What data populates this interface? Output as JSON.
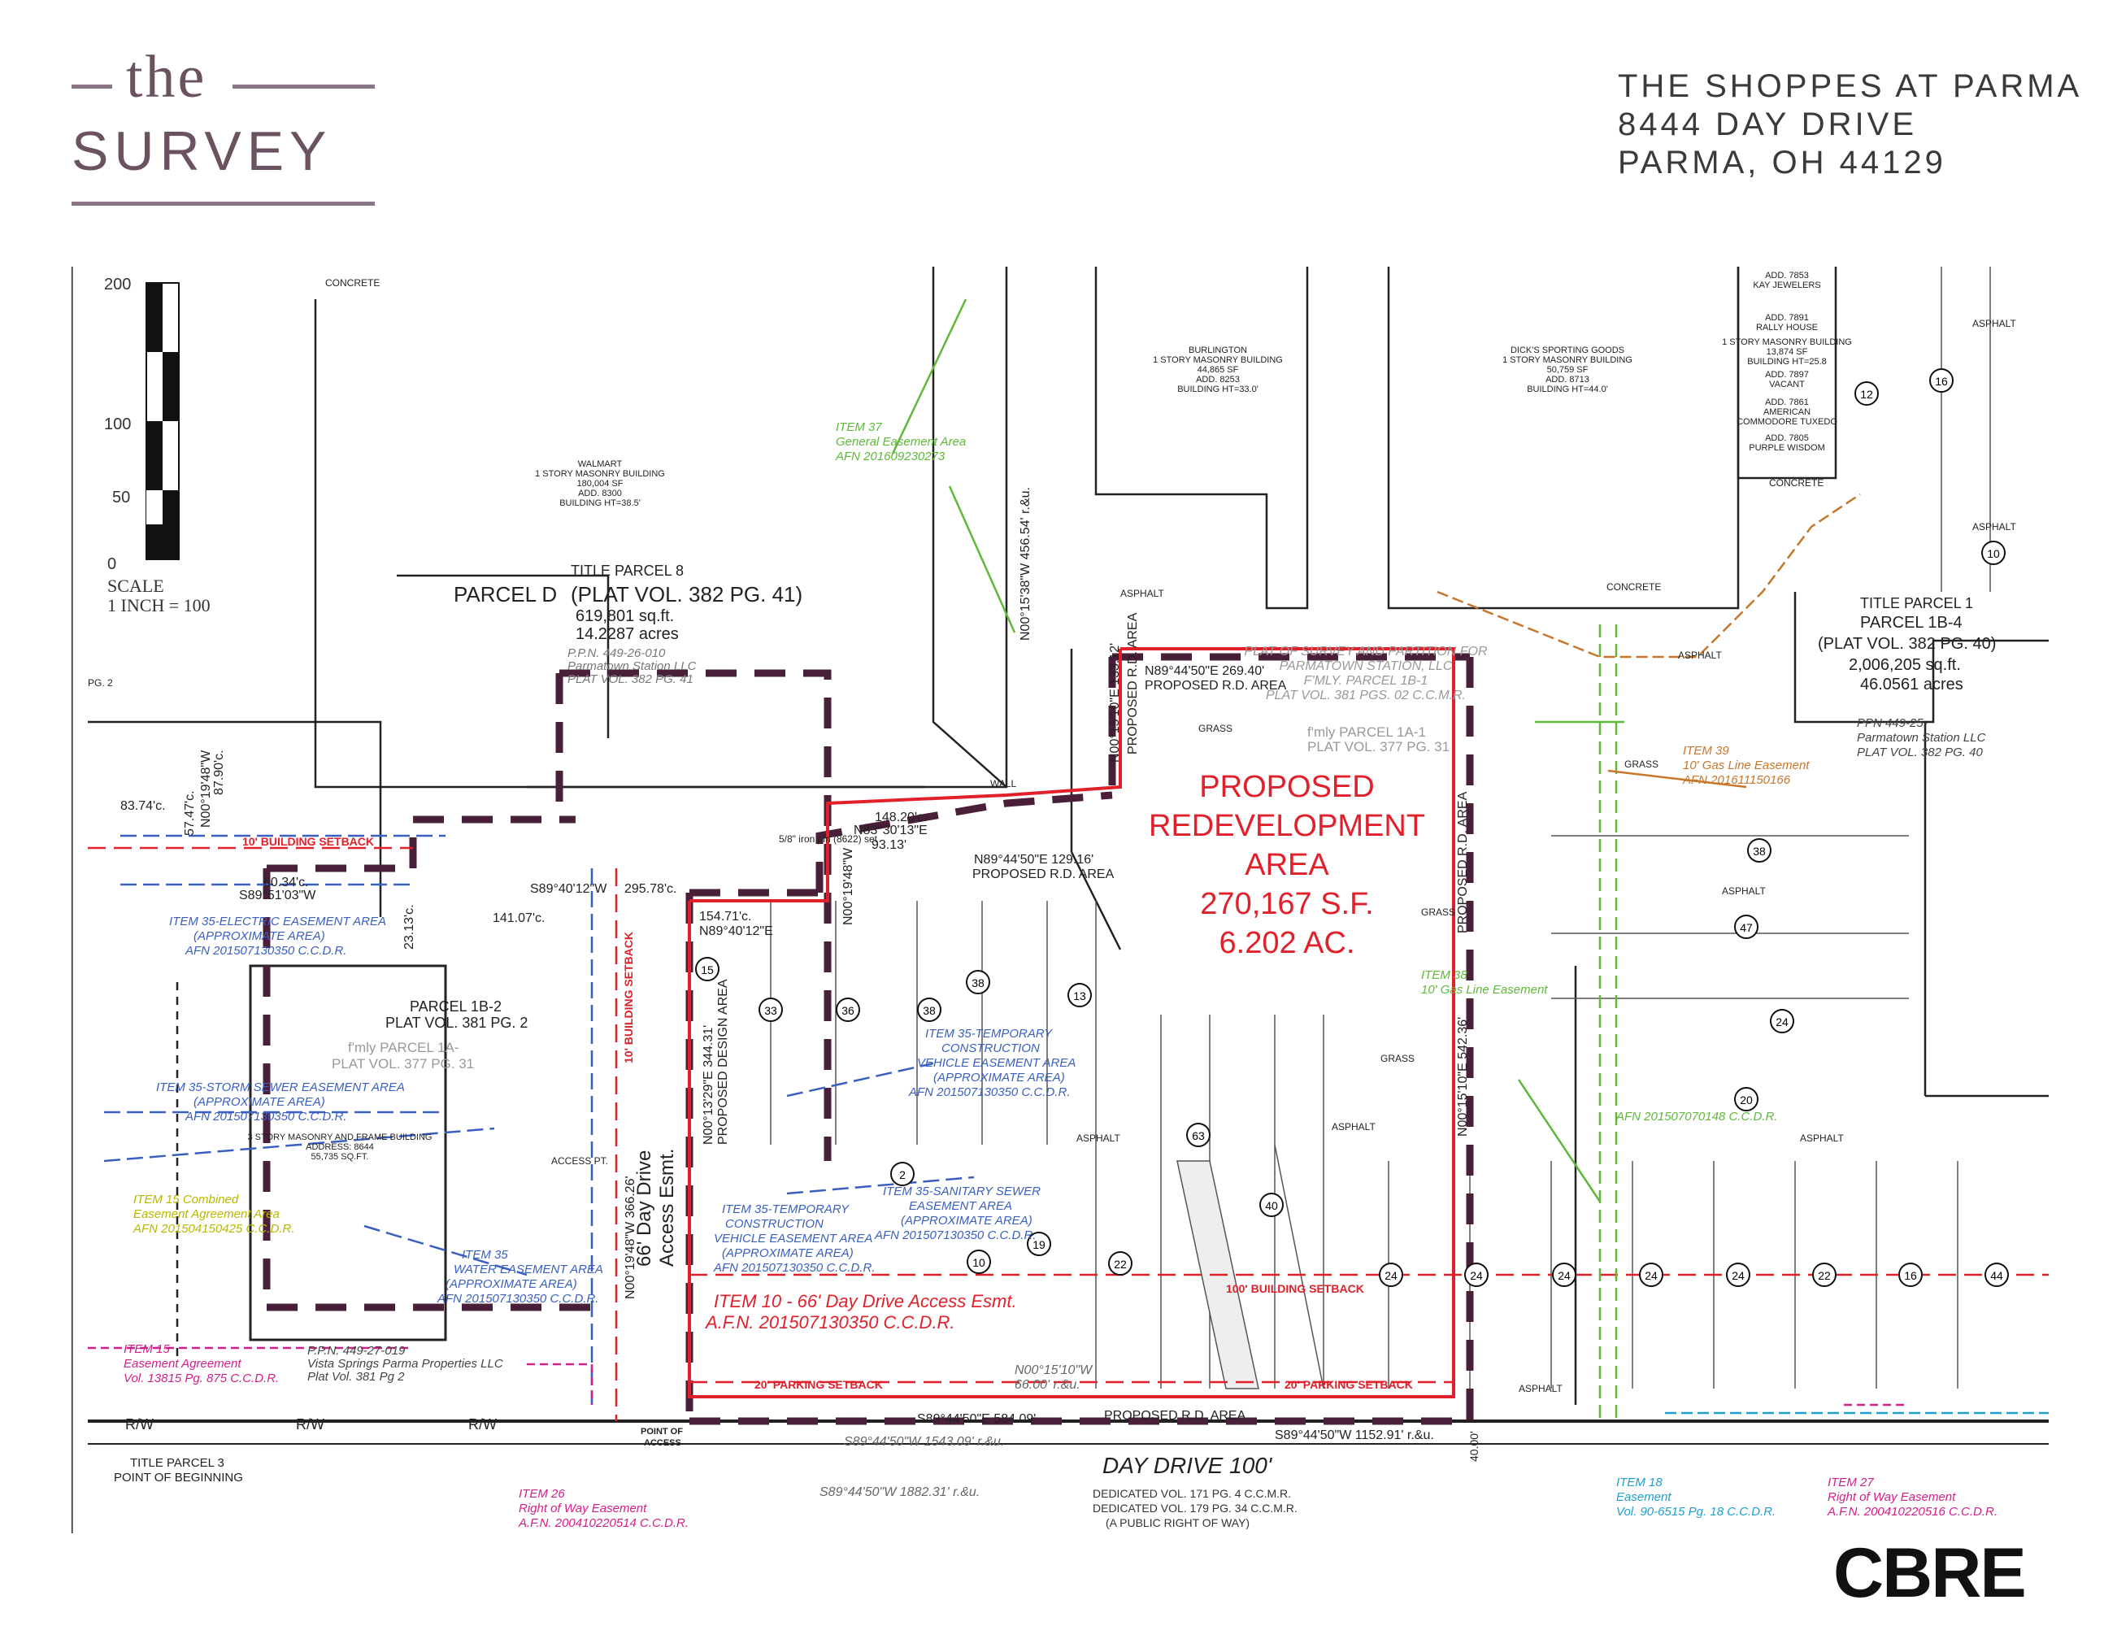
{
  "header": {
    "brand_the": "the",
    "brand_survey": "SURVEY",
    "address_line1": "THE SHOPPES AT PARMA",
    "address_line2": "8444 DAY DRIVE",
    "address_line3": "PARMA, OH 44129"
  },
  "logo": "CBRE",
  "colors": {
    "brand_purple": "#6b5260",
    "redevelopment_red": "#e0202a",
    "boundary_dash": "#4a1f3a",
    "easement_blue": "#3a5fc0",
    "easement_green": "#5fb83a",
    "easement_orange": "#c8762a",
    "easement_magenta": "#d0208a",
    "easement_yellow": "#b8b800",
    "easement_cyan": "#20a0d0",
    "linework": "#222222"
  },
  "scale_bar": {
    "ticks": [
      "200",
      "100",
      "50",
      "0"
    ],
    "label1": "SCALE",
    "label2": "1 INCH = 100"
  },
  "parcels": {
    "parcel_d_label": "PARCEL D",
    "title_parcel_8": "TITLE PARCEL 8",
    "plat_382_41": "(PLAT VOL. 382 PG. 41)",
    "area_sqft_8": "619,801 sq.ft.",
    "area_acres_8": "14.2287 acres",
    "ppn_8": "P.P.N. 449-26-010",
    "owner_8": "Parmatown Station LLC",
    "plat_8": "PLAT VOL. 382 PG. 41",
    "title_parcel_1": "TITLE PARCEL 1",
    "parcel_1b1": "PARCEL 1B-4",
    "plat_382_40": "(PLAT VOL. 382 PG. 40)",
    "area_sqft_1": "2,006,205 sq.ft.",
    "area_acres_1": "46.0561 acres",
    "ppn_1": "PPN 449-25-",
    "owner_1": "Parmatown Station LLC",
    "plat_1": "PLAT VOL. 382 PG. 40",
    "parcel_1b2": "PARCEL 1B-2",
    "plat_381_2": "PLAT VOL. 381 PG. 2",
    "fmly_1a": "f'mly PARCEL 1A-",
    "plat_377": "PLAT VOL. 377 PG. 31",
    "fmly_1a1": "f'mly PARCEL 1A-1",
    "plat_377b": "PLAT VOL. 377 PG. 31",
    "ppn_27": "P.P.N. 449-27-019",
    "owner_27": "Vista Springs Parma Properties LLC",
    "plat_27": "Plat Vol. 381 Pg 2",
    "title_parcel_3": "TITLE PARCEL 3",
    "pob": "POINT OF BEGINNING",
    "plat_survey1": "PLAT OF SURVEY AND PARTITION FOR",
    "plat_survey2": "PARMATOWN STATION, LLC",
    "plat_survey3": "F'MLY. PARCEL 1B-1",
    "plat_survey4": "PLAT VOL. 381 PGS. 02 C.C.M.R."
  },
  "proposed": {
    "line1": "PROPOSED",
    "line2": "REDEVELOPMENT",
    "line3": "AREA",
    "line4": "270,167 S.F.",
    "line5": "6.202 AC.",
    "design_area": "PROPOSED DESIGN AREA",
    "rd_area": "PROPOSED R.D. AREA"
  },
  "bearings": {
    "b1": "N89°44'50\"E 269.40'",
    "b2": "N00°15'10\"E 133.12'",
    "b3": "N00°15'10\"E 542.36'",
    "b4": "N89°44'50\"E 129.16'",
    "b5": "N83°30'13\"E",
    "b6": "148.20'c.",
    "b7": "93.13'",
    "b8": "154.71'c.",
    "b9": "N89°40'12\"E",
    "b10": "S89°40'12\"W",
    "b11": "295.78'c.",
    "b12": "141.07'c.",
    "b13": "N00°13'29\"E 344.31'",
    "b14": "S89°44'50\"E 584.09'",
    "b15": "S89°44'50\"W 1152.91' r.&u.",
    "b16": "S89°44'50\"W 1543.09' r.&u.",
    "b17": "S89°44'50\"W 1882.31' r.&u.",
    "b18": "N00°15'10\"W",
    "b19": "66.00' r.&u.",
    "b20": "S89°51'03\"W",
    "b21": "60.34'c.",
    "b22": "83.74'c.",
    "b23": "57.47'c.",
    "b24": "87.90'c.",
    "b25": "N00°19'48\"W",
    "b26": "N00°15'38\"W 456.54' r.&u.",
    "b27": "N00°19'48\"W",
    "b28": "N00°19'48\"W 366.26'",
    "b29": "23.13'c."
  },
  "easements": {
    "item37a": "ITEM 37",
    "item37b": "General Easement Area",
    "item37c": "AFN 201609230273",
    "item39a": "ITEM 39",
    "item39b": "10' Gas Line Easement",
    "item39c": "AFN 201611150166",
    "item38a": "ITEM 38",
    "item38b": "10' Gas Line Easement",
    "item38c": "AFN 201507070148 C.C.D.R.",
    "item35e1": "ITEM 35-ELECTRIC EASEMENT AREA",
    "item35e2": "(APPROXIMATE AREA)",
    "item35e3": "AFN 201507130350 C.C.D.R.",
    "item35s1": "ITEM 35-STORM SEWER EASEMENT AREA",
    "item35s2": "(APPROXIMATE AREA)",
    "item35s3": "AFN 201507130350 C.C.D.R.",
    "item35t1": "ITEM 35-TEMPORARY",
    "item35t2": "CONSTRUCTION",
    "item35t3": "VEHICLE EASEMENT AREA",
    "item35t4": "(APPROXIMATE AREA)",
    "item35t5": "AFN 201507130350 C.C.D.R.",
    "item35ss1": "ITEM 35-SANITARY SEWER",
    "item35ss2": "EASEMENT AREA",
    "item35ss3": "(APPROXIMATE AREA)",
    "item35ss4": "AFN 201507130350 C.C.D.R.",
    "item35tt1": "ITEM 35-TEMPORARY",
    "item35tt2": "CONSTRUCTION",
    "item35tt3": "VEHICLE EASEMENT AREA",
    "item35tt4": "(APPROXIMATE AREA)",
    "item35tt5": "AFN 201507130350 C.C.D.R.",
    "item35w1": "ITEM 35",
    "item35w2": "WATER EASEMENT AREA",
    "item35w3": "(APPROXIMATE AREA)",
    "item35w4": "AFN 201507130350 C.C.D.R.",
    "item15a": "ITEM 15 Combined",
    "item15b": "Easement Agreement Area",
    "item15c": "AFN 201504150425 C.C.D.R.",
    "item16a": "ITEM 15",
    "item16b": "Easement Agreement",
    "item16c": "Vol. 13815 Pg. 875 C.C.D.R.",
    "item10a": "ITEM 10 - 66' Day Drive Access Esmt.",
    "item10b": "A.F.N. 201507130350 C.C.D.R.",
    "item26a": "ITEM 26",
    "item26b": "Right of Way Easement",
    "item26c": "A.F.N. 200410220514 C.C.D.R.",
    "item18a": "ITEM 18",
    "item18b": "Easement",
    "item18c": "Vol. 90-6515 Pg. 18 C.C.D.R.",
    "item27a": "ITEM 27",
    "item27b": "Right of Way Easement",
    "item27c": "A.F.N. 200410220516 C.C.D.R.",
    "access1": "66' Day Drive",
    "access2": "Access Esmt.",
    "bldg_setback": "10' BUILDING SETBACK",
    "bldg_setback100": "100' BUILDING SETBACK",
    "parking_setback": "20' PARKING SETBACK",
    "point_access1": "POINT OF",
    "point_access2": "ACCESS"
  },
  "roads": {
    "day_drive": "DAY DRIVE 100'",
    "ded1": "DEDICATED VOL. 171 PG. 4 C.C.M.R.",
    "ded2": "DEDICATED VOL. 179 PG. 34 C.C.M.R.",
    "ded3": "(A PUBLIC RIGHT OF WAY)",
    "rw": "R/W",
    "w40": "40.00'"
  },
  "buildings": {
    "walmart1": "WALMART",
    "walmart2": "1 STORY MASONRY BUILDING",
    "walmart3": "180,004 SF",
    "walmart4": "ADD. 8300",
    "walmart5": "BUILDING HT=38.5'",
    "burl1": "BURLINGTON",
    "burl2": "1 STORY MASONRY BUILDING",
    "burl3": "44,865 SF",
    "burl4": "ADD. 8253",
    "burl5": "BUILDING HT=33.0'",
    "dicks1": "DICK'S SPORTING GOODS",
    "dicks2": "1 STORY MASONRY BUILDING",
    "dicks3": "50,759 SF",
    "dicks4": "ADD. 8713",
    "dicks5": "BUILDING HT=44.0'",
    "kay1": "ADD. 7853",
    "kay2": "KAY JEWELERS",
    "rally1": "ADD. 7891",
    "rally2": "RALLY HOUSE",
    "rally3": "1 STORY MASONRY BUILDING",
    "rally4": "13,874 SF",
    "rally5": "BUILDING HT=25.8",
    "rally6": "ADD. 7897",
    "rally7": "VACANT",
    "rally8": "ADD. 7861",
    "rally9": "AMERICAN",
    "rally10": "COMMODORE TUXEDO",
    "rally11": "ADD. 7805",
    "rally12": "PURPLE WISDOM",
    "brkfast1": "3 STORY MASONRY AND FRAME BUILDING",
    "brkfast2": "ADDRESS: 8644",
    "brkfast3": "55,735 SQ.FT."
  },
  "surface": {
    "concrete": "CONCRETE",
    "asphalt": "ASPHALT",
    "grass": "GRASS",
    "wall": "WALL",
    "access_pt": "ACCESS PT.",
    "pipe": "5/8\" iron pin (8622) set",
    "pg2": "PG. 2"
  },
  "parking_counts": [
    "33",
    "36",
    "38",
    "38",
    "15",
    "13",
    "2",
    "10",
    "19",
    "22",
    "63",
    "40",
    "24",
    "24",
    "24",
    "24",
    "24",
    "22",
    "16",
    "44",
    "47",
    "24",
    "20",
    "38",
    "16",
    "12",
    "10"
  ]
}
